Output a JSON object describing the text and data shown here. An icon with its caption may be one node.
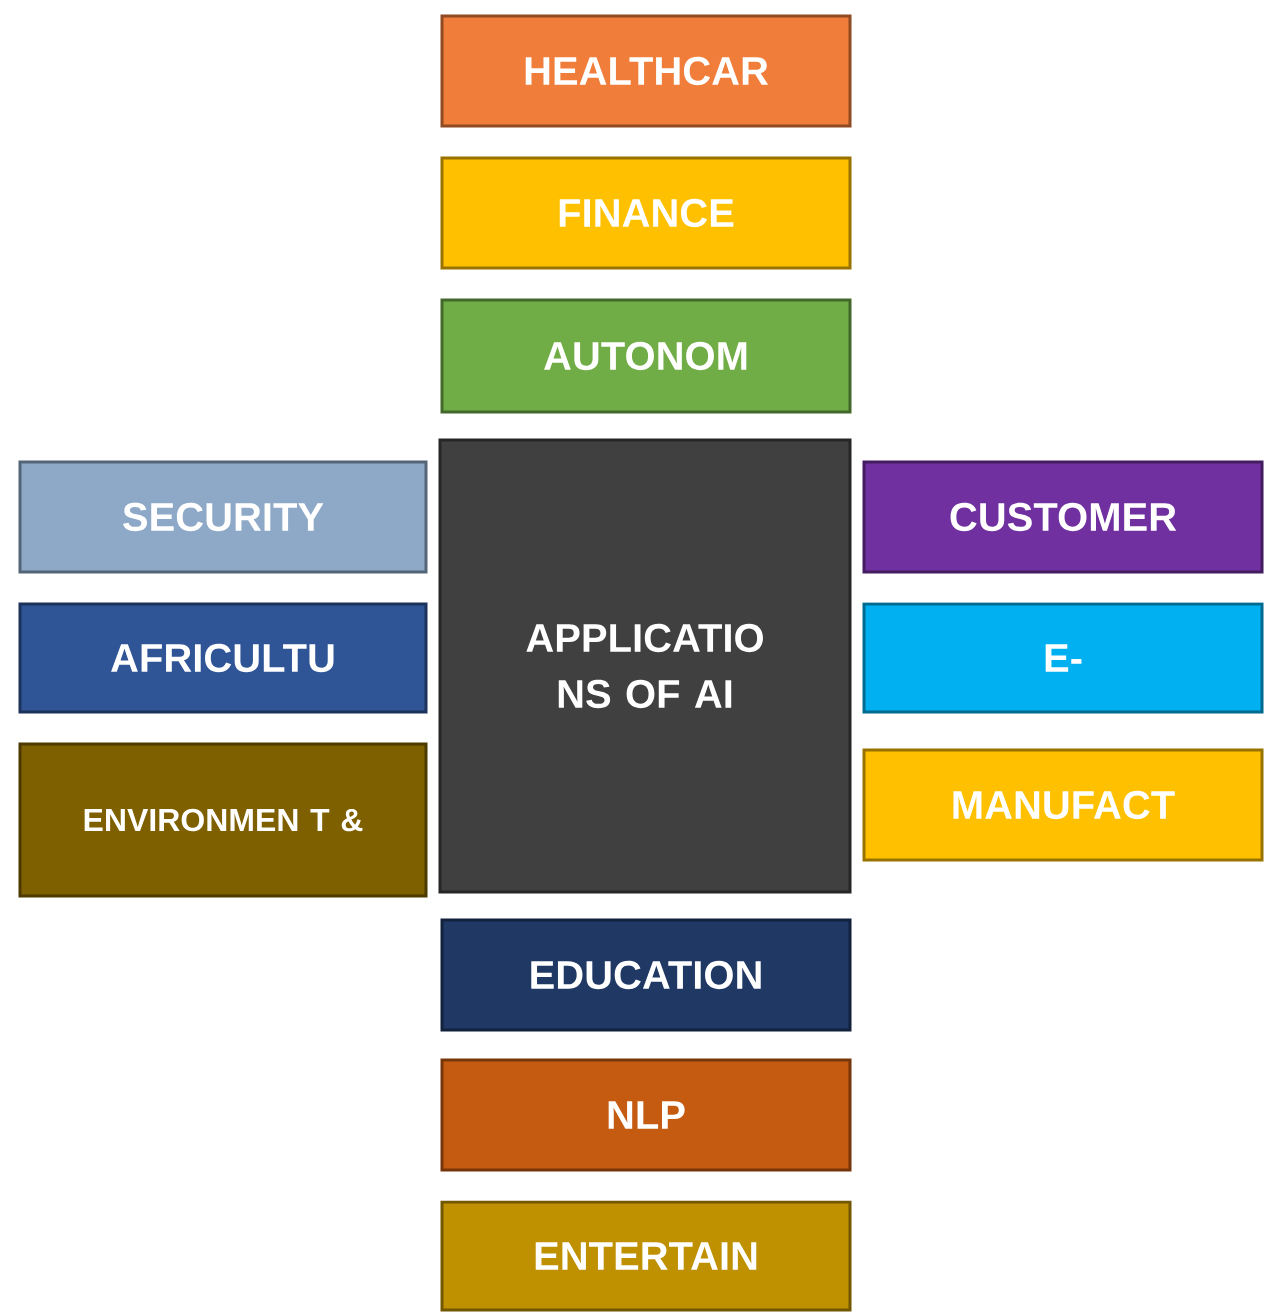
{
  "diagram": {
    "nodes": [
      {
        "text": [
          "HEALTHCAR"
        ]
      },
      {
        "text": [
          "FINANCE"
        ]
      },
      {
        "text": [
          "AUTONOM"
        ]
      },
      {
        "text": [
          "SECURITY"
        ]
      },
      {
        "text": [
          "APPLICATIO NS OF AI"
        ]
      },
      {
        "text": [
          "CUSTOMER"
        ]
      },
      {
        "text": [
          "AFRICULTU"
        ]
      },
      {
        "text": [
          "E-"
        ]
      },
      {
        "text": [
          "ENVIRONMEN T &"
        ]
      },
      {
        "text": [
          "MANUFACT"
        ]
      },
      {
        "text": [
          "EDUCATION"
        ]
      },
      {
        "text": [
          "NLP"
        ]
      },
      {
        "text": [
          "ENTERTAIN"
        ]
      }
    ]
  }
}
